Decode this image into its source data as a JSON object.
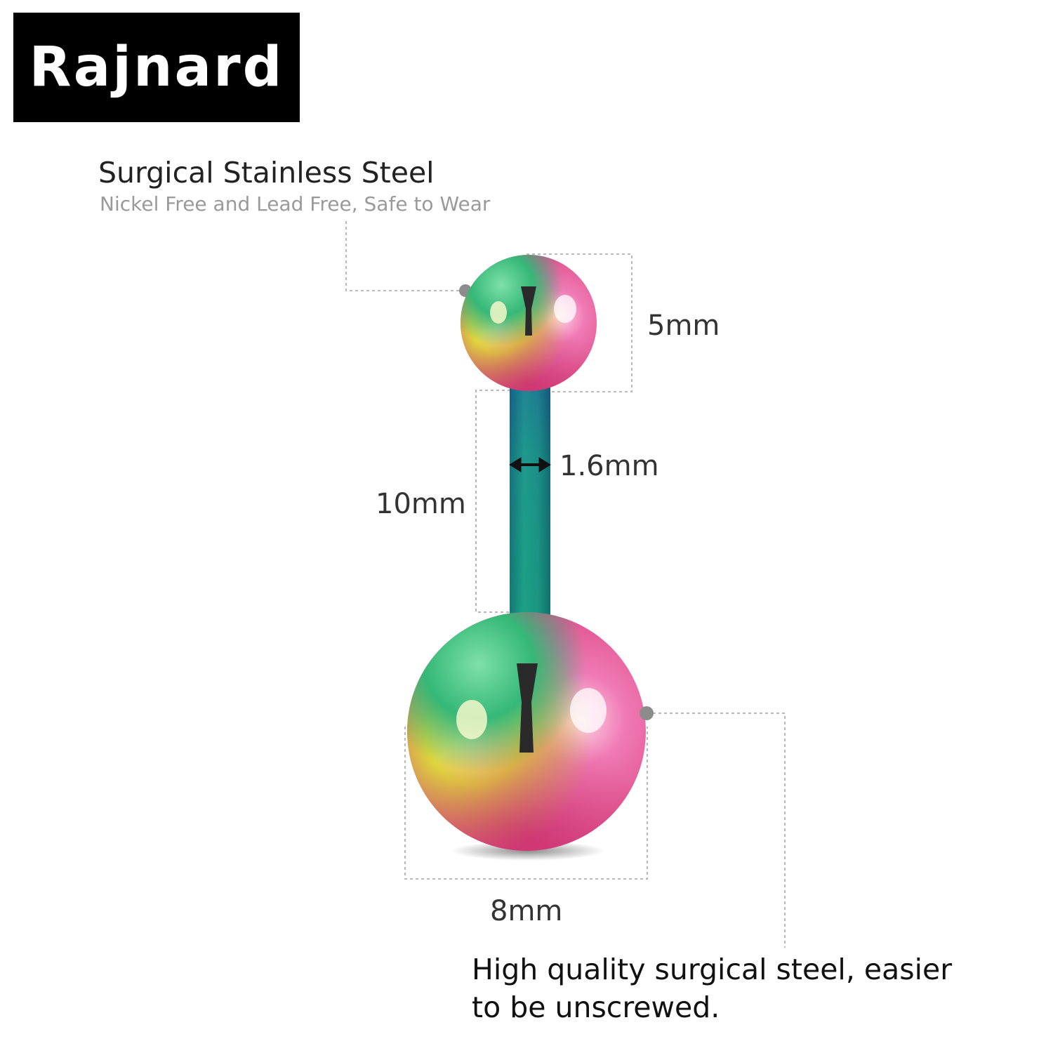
{
  "brand": {
    "name": "Rajnard"
  },
  "material": {
    "title": "Surgical Stainless Steel",
    "subtitle": "Nickel Free and Lead Free, Safe to Wear"
  },
  "dimensions": {
    "top_ball": "5mm",
    "bar_thickness": "1.6mm",
    "bar_length": "10mm",
    "bottom_ball": "8mm"
  },
  "feature": {
    "line1": "High quality surgical steel, easier",
    "line2": "to be unscrewed."
  },
  "colors": {
    "brand_bg": "#000000",
    "brand_text": "#ffffff",
    "guide_line": "#b8b8b8",
    "bar_color": "#1a9b86",
    "ball_pink": "#e85a9a",
    "ball_yellow": "#d8cf3a",
    "ball_green": "#3cc07a"
  }
}
